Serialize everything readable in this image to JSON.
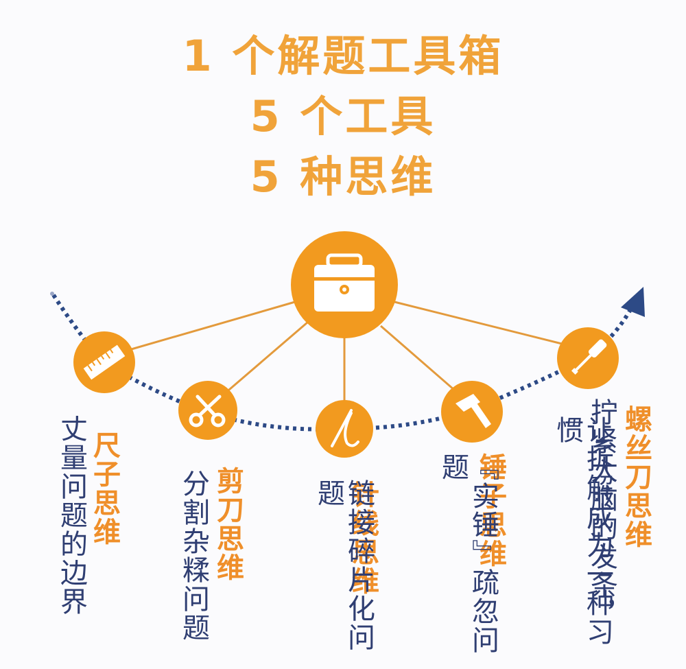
{
  "titles": {
    "line1": "1 个解题工具箱",
    "line2": "5 个工具",
    "line3": "5 种思维"
  },
  "center_icon": "toolbox-icon",
  "colors": {
    "title": "#f0a33a",
    "node": "#f29a1f",
    "connector": "#e39a3c",
    "dotted_path": "#2d4a86",
    "label_orange": "#ef8f2a",
    "label_blue": "#2f3e72"
  },
  "tools": [
    {
      "name": "尺子思维",
      "desc": "丈量问题的边界",
      "icon": "ruler-icon"
    },
    {
      "name": "剪刀思维",
      "desc": "分割杂糅问题",
      "icon": "scissors-icon"
    },
    {
      "name": "针线思维",
      "desc": "链接碎片化问题",
      "icon": "needle-thread-icon"
    },
    {
      "name": "锤子思维",
      "desc": "『实锤』疏忽问题",
      "icon": "hammer-icon"
    },
    {
      "name": "螺丝刀思维",
      "desc1": "拧紧大脑的发条，",
      "desc2": "让拆解成为一种习惯",
      "icon": "screwdriver-icon"
    }
  ]
}
